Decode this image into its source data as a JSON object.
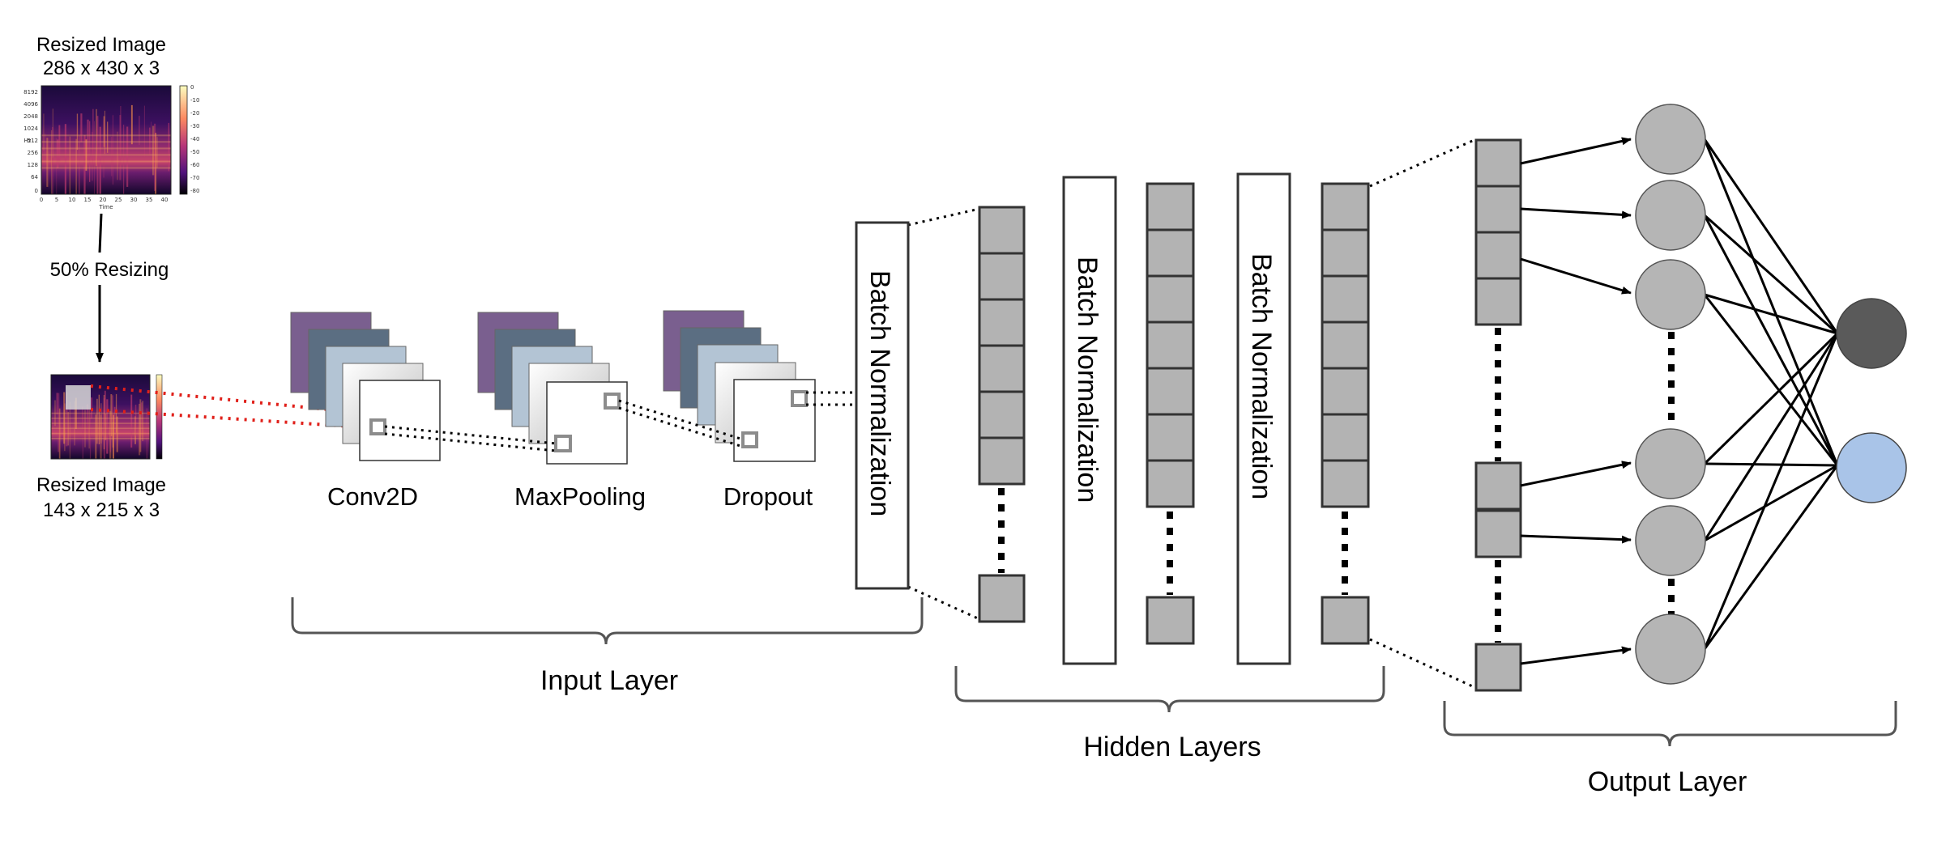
{
  "top_image": {
    "title": "Resized Image",
    "dims": "286 x 430 x 3",
    "y_ticks": [
      "8192",
      "4096",
      "2048",
      "1024",
      "512",
      "256",
      "128",
      "64",
      "0"
    ],
    "x_ticks": [
      "0",
      "5",
      "10",
      "15",
      "20",
      "25",
      "30",
      "35",
      "40"
    ],
    "x_axis": "Time",
    "y_axis": "Hz",
    "cbar_ticks": [
      "0",
      "-10",
      "-20",
      "-30",
      "-40",
      "-50",
      "-60",
      "-70",
      "-80"
    ]
  },
  "resize_label": "50% Resizing",
  "bottom_image": {
    "title": "Resized Image",
    "dims": "143 x 215 x 3"
  },
  "stages": {
    "conv": "Conv2D",
    "pool": "MaxPooling",
    "dropout": "Dropout"
  },
  "batch_norm": [
    "Batch Normalization",
    "Batch Normalization",
    "Batch Normalization"
  ],
  "layers": {
    "input": "Input Layer",
    "hidden": "Hidden Layers",
    "output": "Output Layer"
  },
  "colors": {
    "feature_maps": [
      "#7a5f8f",
      "#5b6e82",
      "#b3c4d4",
      "#eeeeee",
      "#ffffff"
    ],
    "neuron": "#b5b5b5",
    "output_dark": "#5a5a5a",
    "output_light": "#a9c4e8",
    "unit": "#b3b3b3"
  }
}
